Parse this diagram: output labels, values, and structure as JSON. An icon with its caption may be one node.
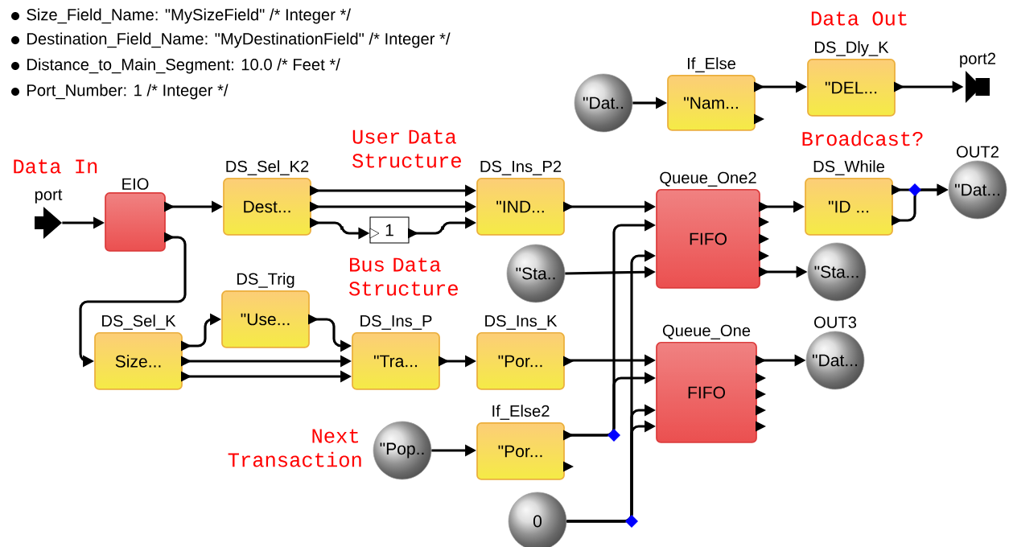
{
  "diagram": {
    "nodes": [
      {
        "text": [
          "port"
        ]
      },
      {
        "text": [
          "EIO"
        ]
      },
      {
        "text": [
          "DS_Sel_K2",
          "Dest..."
        ]
      },
      {
        "text": [
          "1"
        ]
      },
      {
        "text": [
          "DS_Ins_P2",
          "\"IND..."
        ]
      },
      {
        "text": [
          "DS_Trig",
          "\"Use..."
        ]
      },
      {
        "text": [
          "DS_Sel_K",
          "Size..."
        ]
      },
      {
        "text": [
          "DS_Ins_P",
          "\"Tra..."
        ]
      },
      {
        "text": [
          "DS_Ins_K",
          "\"Por..."
        ]
      },
      {
        "text": [
          "\"Pop.."
        ]
      },
      {
        "text": [
          "If_Else2",
          "\"Por..."
        ]
      },
      {
        "text": [
          "0"
        ]
      },
      {
        "text": [
          "\"Sta.."
        ]
      },
      {
        "text": [
          "Queue_One2",
          "FIFO"
        ]
      },
      {
        "text": [
          "Queue_One",
          "FIFO"
        ]
      },
      {
        "text": [
          "\"Dat.."
        ]
      },
      {
        "text": [
          "If_Else",
          "\"Nam..."
        ]
      },
      {
        "text": [
          "DS_Dly_K",
          "\"DEL..."
        ]
      },
      {
        "text": [
          "port2"
        ]
      },
      {
        "text": [
          "DS_While",
          "\"ID ..."
        ]
      },
      {
        "text": [
          "OUT2",
          "\"Dat..."
        ]
      },
      {
        "text": [
          "\"Sta..."
        ]
      },
      {
        "text": [
          "OUT3",
          "\"Dat..."
        ]
      }
    ],
    "edges": [
      {
        "from": 0,
        "to": 1,
        "arrow": "to"
      },
      {
        "from": 1,
        "to": 2,
        "arrow": "to"
      },
      {
        "from": 1,
        "to": 6,
        "arrow": "to"
      },
      {
        "from": 2,
        "to": 4,
        "arrow": "to"
      },
      {
        "from": 2,
        "to": 4,
        "arrow": "to"
      },
      {
        "from": 2,
        "to": 3,
        "arrow": "to"
      },
      {
        "from": 3,
        "to": 4,
        "arrow": "to"
      },
      {
        "from": 4,
        "to": 13,
        "arrow": "to"
      },
      {
        "from": 6,
        "to": 5,
        "arrow": "to"
      },
      {
        "from": 5,
        "to": 7,
        "arrow": "to"
      },
      {
        "from": 6,
        "to": 7,
        "arrow": "to"
      },
      {
        "from": 6,
        "to": 7,
        "arrow": "to"
      },
      {
        "from": 7,
        "to": 8,
        "arrow": "to"
      },
      {
        "from": 8,
        "to": 14,
        "arrow": "to"
      },
      {
        "from": 9,
        "to": 10,
        "arrow": "to"
      },
      {
        "from": 10,
        "to": 13,
        "arrow": "to"
      },
      {
        "from": 10,
        "to": 14,
        "arrow": "to"
      },
      {
        "from": 11,
        "to": 13,
        "arrow": "to"
      },
      {
        "from": 11,
        "to": 14,
        "arrow": "to"
      },
      {
        "from": 11,
        "to": 14,
        "arrow": "to"
      },
      {
        "from": 12,
        "to": 13,
        "arrow": "to"
      },
      {
        "from": 13,
        "to": 19,
        "arrow": "to"
      },
      {
        "from": 13,
        "to": 21,
        "arrow": "to"
      },
      {
        "from": 19,
        "to": 20,
        "arrow": "to"
      },
      {
        "from": 19,
        "to": 20,
        "arrow": "to"
      },
      {
        "from": 14,
        "to": 22,
        "arrow": "to"
      },
      {
        "from": 15,
        "to": 16,
        "arrow": "to"
      },
      {
        "from": 16,
        "to": 17,
        "arrow": "to"
      },
      {
        "from": 17,
        "to": 18,
        "arrow": "to"
      }
    ],
    "labels": [
      "Size_Field_Name: \"MySizeField\" /* Integer */",
      "Destination_Field_Name: \"MyDestinationField\" /* Integer */",
      "Distance_to_Main_Segment: 10.0 /* Feet */",
      "Port_Number: 1 /* Integer */",
      "Data Out",
      "Broadcast?",
      "User Data Structure",
      "Data In",
      "Bus Data Structure",
      "Next Transaction"
    ]
  }
}
